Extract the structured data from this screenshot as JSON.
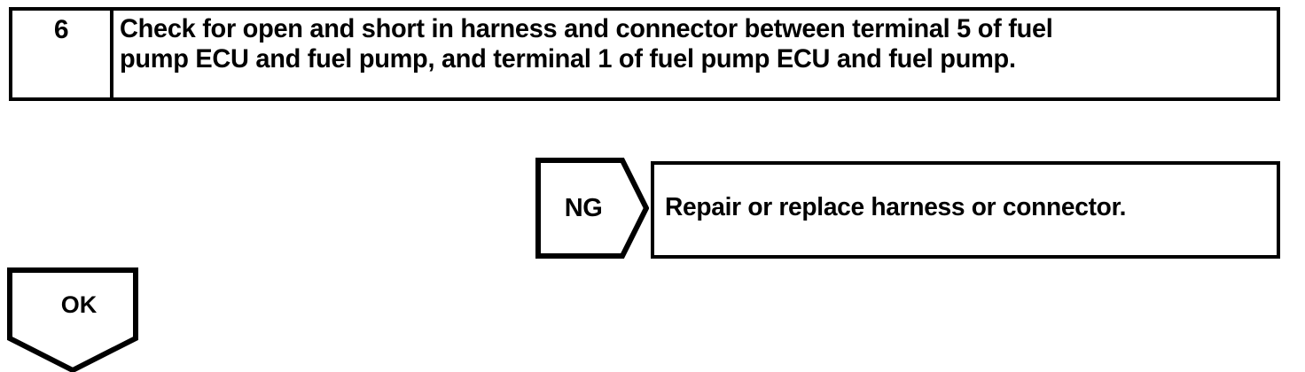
{
  "page": {
    "title": "Fuel pump ECU harness check step",
    "background_color": "#ffffff",
    "ink_color": "#000000"
  },
  "step_table": {
    "number": "6",
    "instruction": "Check for open and short in harness and connector between terminal 5 of fuel\npump ECU and fuel pump, and terminal 1 of fuel pump ECU and fuel pump."
  },
  "ng_branch": {
    "marker_label": "NG",
    "action_text": "Repair or replace harness or connector."
  },
  "ok_branch": {
    "marker_label": "OK"
  }
}
